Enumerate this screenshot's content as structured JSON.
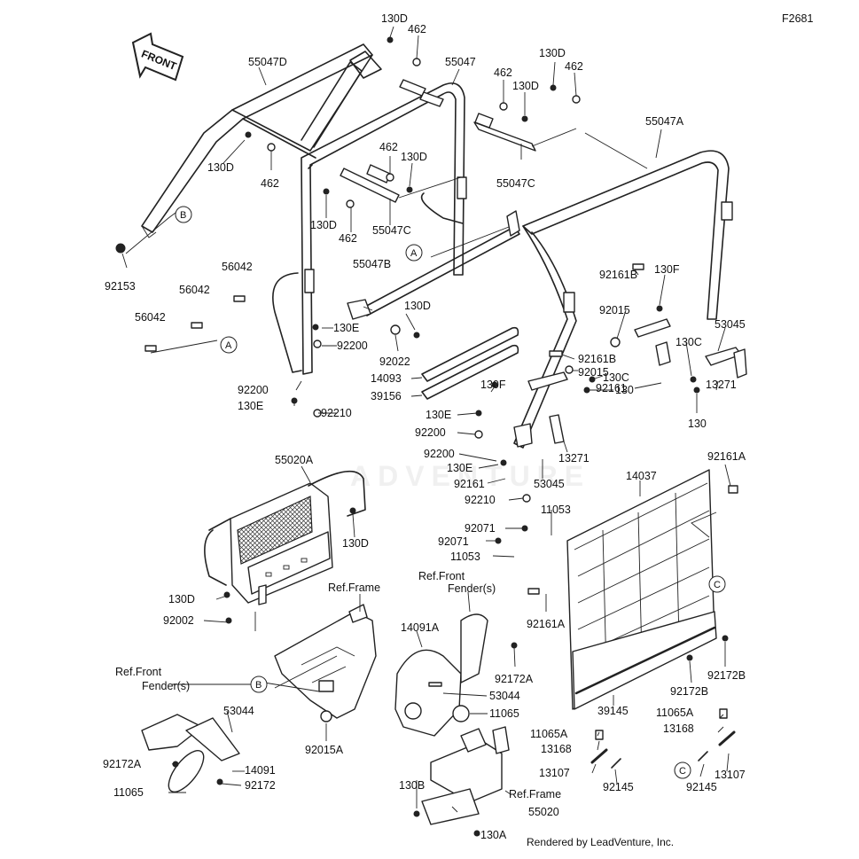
{
  "figure_code": "F2681",
  "front_arrow_label": "FRONT",
  "watermark": "ADVENTURE",
  "footer": "Rendered by LeadVenture, Inc.",
  "ref_labels": {
    "frame_top": "Ref.Frame",
    "frame_bottom": "Ref.Frame",
    "fender_center_1": "Ref.Front",
    "fender_center_2": "Fender(s)",
    "fender_left_1": "Ref.Front",
    "fender_left_2": "Fender(s)"
  },
  "circle_refs": {
    "a1": "A",
    "a2": "A",
    "b1": "B",
    "b2": "B",
    "c1": "C",
    "c2": "C"
  },
  "parts": {
    "p130D_1": "130D",
    "p462_1": "462",
    "p55047": "55047",
    "p55047D": "55047D",
    "p462_2": "462",
    "p130D_2": "130D",
    "p130D_3": "130D",
    "p462_3": "462",
    "p55047A": "55047A",
    "p130D_4": "130D",
    "p462_4": "462",
    "p55047C_1": "55047C",
    "p462_5": "462",
    "p130D_5": "130D",
    "p130D_6": "130D",
    "p462_6": "462",
    "p55047C_2": "55047C",
    "p92153": "92153",
    "p56042_1": "56042",
    "p56042_2": "56042",
    "p56042_3": "56042",
    "p55047B": "55047B",
    "p130D_7": "130D",
    "p130E_1": "130E",
    "p92200_1": "92200",
    "p92022": "92022",
    "p14093": "14093",
    "p39156": "39156",
    "p92200_2": "92200",
    "p130E_2": "130E",
    "p92210_1": "92210",
    "p92161B_1": "92161B",
    "p130F_1": "130F",
    "p92015_1": "92015",
    "p53045_1": "53045",
    "p130C_1": "130C",
    "p92161B_2": "92161B",
    "p92015_2": "92015",
    "p92161_1": "92161",
    "p13271_1": "13271",
    "p130_1": "130",
    "p130F_2": "130F",
    "p130E_3": "130E",
    "p92200_3": "92200",
    "p130C_2": "130C",
    "p130_2": "130",
    "p13271_2": "13271",
    "p92200_4": "92200",
    "p130E_4": "130E",
    "p92161_2": "92161",
    "p53045_2": "53045",
    "p92210_2": "92210",
    "p55020A": "55020A",
    "p130D_8": "130D",
    "p14037": "14037",
    "p92161A_1": "92161A",
    "p11053_1": "11053",
    "p92071_1": "92071",
    "p92071_2": "92071",
    "p11053_2": "11053",
    "p130D_9": "130D",
    "p92002": "92002",
    "p92161A_2": "92161A",
    "p14091A": "14091A",
    "p92172A_1": "92172A",
    "p92172B_1": "92172B",
    "p92172B_2": "92172B",
    "p53044_1": "53044",
    "p11065_1": "11065",
    "p39145": "39145",
    "p11065A_1": "11065A",
    "p13168_1": "13168",
    "p11065A_2": "11065A",
    "p13168_2": "13168",
    "p13107_1": "13107",
    "p92145_1": "92145",
    "p92145_2": "92145",
    "p13107_2": "13107",
    "p92015A": "92015A",
    "p53044_2": "53044",
    "p92172A_2": "92172A",
    "p14091": "14091",
    "p92172": "92172",
    "p11065_2": "11065",
    "p130B": "130B",
    "p55020": "55020",
    "p130A": "130A"
  }
}
